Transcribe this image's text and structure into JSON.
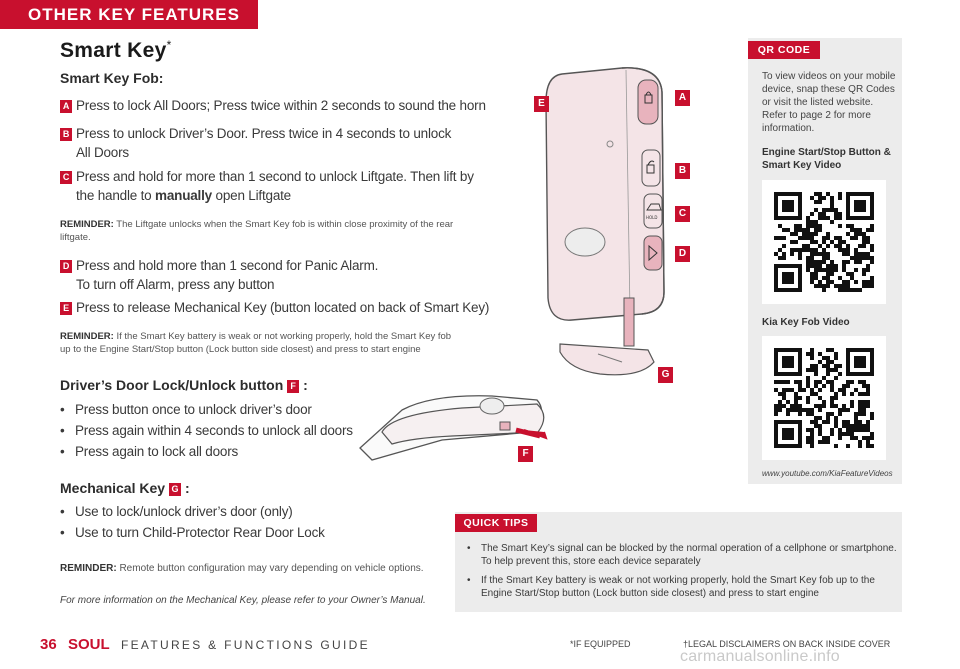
{
  "header": {
    "section": "OTHER KEY FEATURES"
  },
  "title": {
    "text": "Smart Key",
    "mark": "*"
  },
  "fob": {
    "heading": "Smart Key Fob:",
    "items": [
      {
        "badge": "A",
        "line1": "Press to lock All Doors; Press twice within 2 seconds to sound the horn"
      },
      {
        "badge": "B",
        "line1": "Press to unlock Driver’s Door. Press twice in 4 seconds to unlock",
        "line2": "All Doors"
      },
      {
        "badge": "C",
        "line1": "Press and hold for more than 1 second to unlock Liftgate. Then lift by",
        "line2_pre": "the handle to ",
        "line2_bold": "manually",
        "line2_post": " open Liftgate"
      },
      {
        "badge": "D",
        "line1": "Press and hold more than 1 second for Panic Alarm.",
        "line2": "To turn off Alarm, press any button"
      },
      {
        "badge": "E",
        "line1": "Press to release Mechanical Key (button located on back of Smart Key)"
      }
    ],
    "reminder1": {
      "label": "REMINDER:",
      "text": " The Liftgate unlocks when the Smart Key fob is within close proximity of the rear liftgate."
    },
    "reminder2": {
      "label": "REMINDER:",
      "text": " If the Smart Key battery is weak or not working properly, hold the Smart Key fob up to the Engine Start/Stop button (Lock button side closest) and press to start engine"
    }
  },
  "door": {
    "heading": "Driver’s Door Lock/Unlock button",
    "badge": "F",
    "colon": ":",
    "bullets": [
      "Press button once to unlock driver’s door",
      "Press again within 4 seconds to unlock all doors",
      "Press again to lock all doors"
    ]
  },
  "mech": {
    "heading": "Mechanical Key",
    "badge": "G",
    "colon": ":",
    "bullets": [
      "Use to lock/unlock driver’s door (only)",
      "Use to turn Child-Protector Rear Door Lock"
    ],
    "reminder": {
      "label": "REMINDER:",
      "text": " Remote button configuration may vary depending on vehicle options."
    },
    "owner_note": "For more information on the Mechanical Key, please refer to your Owner’s Manual."
  },
  "qr": {
    "tab": "QR CODE",
    "intro": "To view videos on your mobile device, snap these QR Codes or visit the listed website. Refer to page 2 for more information.",
    "label1": "Engine Start/Stop Button & Smart Key Video",
    "label2": "Kia Key Fob Video",
    "url": "www.youtube.com/KiaFeatureVideos"
  },
  "tips": {
    "tab": "QUICK TIPS",
    "items": [
      "The Smart Key’s signal can be blocked by the normal operation of a cellphone or smartphone. To help prevent this, store each device separately",
      "If the Smart Key battery is weak or not working properly, hold the Smart Key fob up to the Engine Start/Stop button (Lock button side closest) and press to start engine"
    ]
  },
  "diagram": {
    "labels": [
      "A",
      "B",
      "C",
      "D",
      "E",
      "F",
      "G"
    ],
    "hold_text": "HOLD"
  },
  "footer": {
    "page": "36",
    "model": "SOUL",
    "guide": "FEATURES & FUNCTIONS GUIDE",
    "equipped": "*IF EQUIPPED",
    "legal": "†LEGAL DISCLAIMERS ON BACK INSIDE COVER",
    "watermark": "carmanualsonline.info"
  },
  "colors": {
    "accent": "#c8102e",
    "panel": "#ececec",
    "fob": "#f2e3e6",
    "button": "#e8b3bd"
  }
}
